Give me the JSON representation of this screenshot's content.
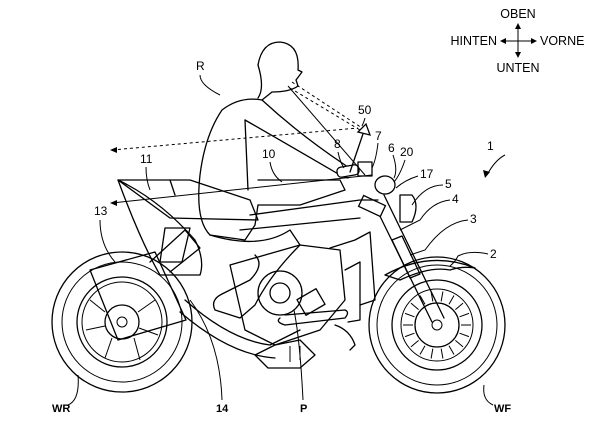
{
  "figure": {
    "type": "patent-drawing",
    "subject": "motorcycle with rider, side view",
    "direction_indicator": {
      "up": "OBEN",
      "down": "UNTEN",
      "back": "HINTEN",
      "front": "VORNE"
    },
    "reference_labels": {
      "overall": "1",
      "front_fender": "2",
      "front_fork": "3",
      "part_4": "4",
      "headlight": "5",
      "part_6": "6",
      "part_7": "7",
      "handlebar": "8",
      "fuel_tank": "10",
      "seat": "11",
      "rear_cover": "13",
      "frame": "14",
      "part_17": "17",
      "part_20": "20",
      "display_50": "50",
      "rider": "R",
      "engine": "P",
      "rear_wheel": "WR",
      "front_wheel": "WF"
    }
  }
}
